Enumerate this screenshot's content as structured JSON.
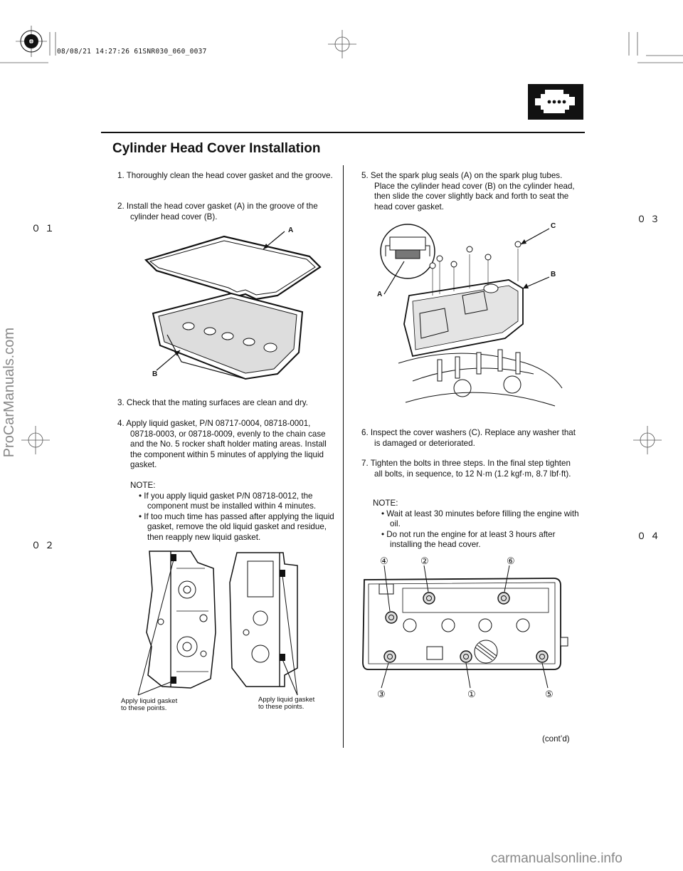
{
  "print_stamp": "08/08/21 14:27:26 61SNR030_060_0037",
  "page_title": "Cylinder Head Cover Installation",
  "left_column": {
    "step1": {
      "num": "1.",
      "text": "Thoroughly clean the head cover gasket and the groove."
    },
    "step2": {
      "num": "2.",
      "text": "Install the head cover gasket (A) in the groove of the cylinder head cover (B)."
    },
    "fig1_labels": {
      "a": "A",
      "b": "B"
    },
    "step3": {
      "num": "3.",
      "text": "Check that the mating surfaces are clean and dry."
    },
    "step4": {
      "num": "4.",
      "text": "Apply liquid gasket, P/N 08717-0004, 08718-0001, 08718-0003, or 08718-0009, evenly to the chain case and the No. 5 rocker shaft holder mating areas. Install the component within 5 minutes of applying the liquid gasket."
    },
    "note_label": "NOTE:",
    "note_bullets": [
      "If you apply liquid gasket P/N 08718-0012, the component must be installed within 4 minutes.",
      "If too much time has passed after applying the liquid gasket, remove the old liquid gasket and residue, then reapply new liquid gasket."
    ],
    "fig2_caption_left": "Apply liquid gasket\nto these points.",
    "fig2_caption_right": "Apply liquid gasket\nto these points."
  },
  "right_column": {
    "step5": {
      "num": "5.",
      "text": "Set the spark plug seals (A) on the spark plug tubes. Place the cylinder head cover (B) on the cylinder head, then slide the cover slightly back and forth to seat the head cover gasket."
    },
    "fig3_labels": {
      "a": "A",
      "b": "B",
      "c": "C"
    },
    "step6": {
      "num": "6.",
      "text": "Inspect the cover washers (C). Replace any washer that is damaged or deteriorated."
    },
    "step7": {
      "num": "7.",
      "text": "Tighten the bolts in three steps. In the final step tighten all bolts, in sequence, to 12 N·m (1.2 kgf·m, 8.7 lbf·ft)."
    },
    "note_label": "NOTE:",
    "note_bullets": [
      "Wait at least 30 minutes before filling the engine with oil.",
      "Do not run the engine for at least 3 hours after installing the head cover."
    ],
    "bolt_sequence": {
      "n1": "①",
      "n2": "②",
      "n3": "③",
      "n4": "④",
      "n5": "⑤",
      "n6": "⑥"
    },
    "contd": "(cont’d)"
  },
  "margin_marks": {
    "m01": "０１",
    "m02": "０２",
    "m03": "０３",
    "m04": "０４"
  },
  "watermark_side": "ProCarManuals.com",
  "watermark_footer": "carmanualsonline.info",
  "icon_names": [
    "engine-section-icon",
    "registration-target-icon",
    "crosshair-icon"
  ]
}
